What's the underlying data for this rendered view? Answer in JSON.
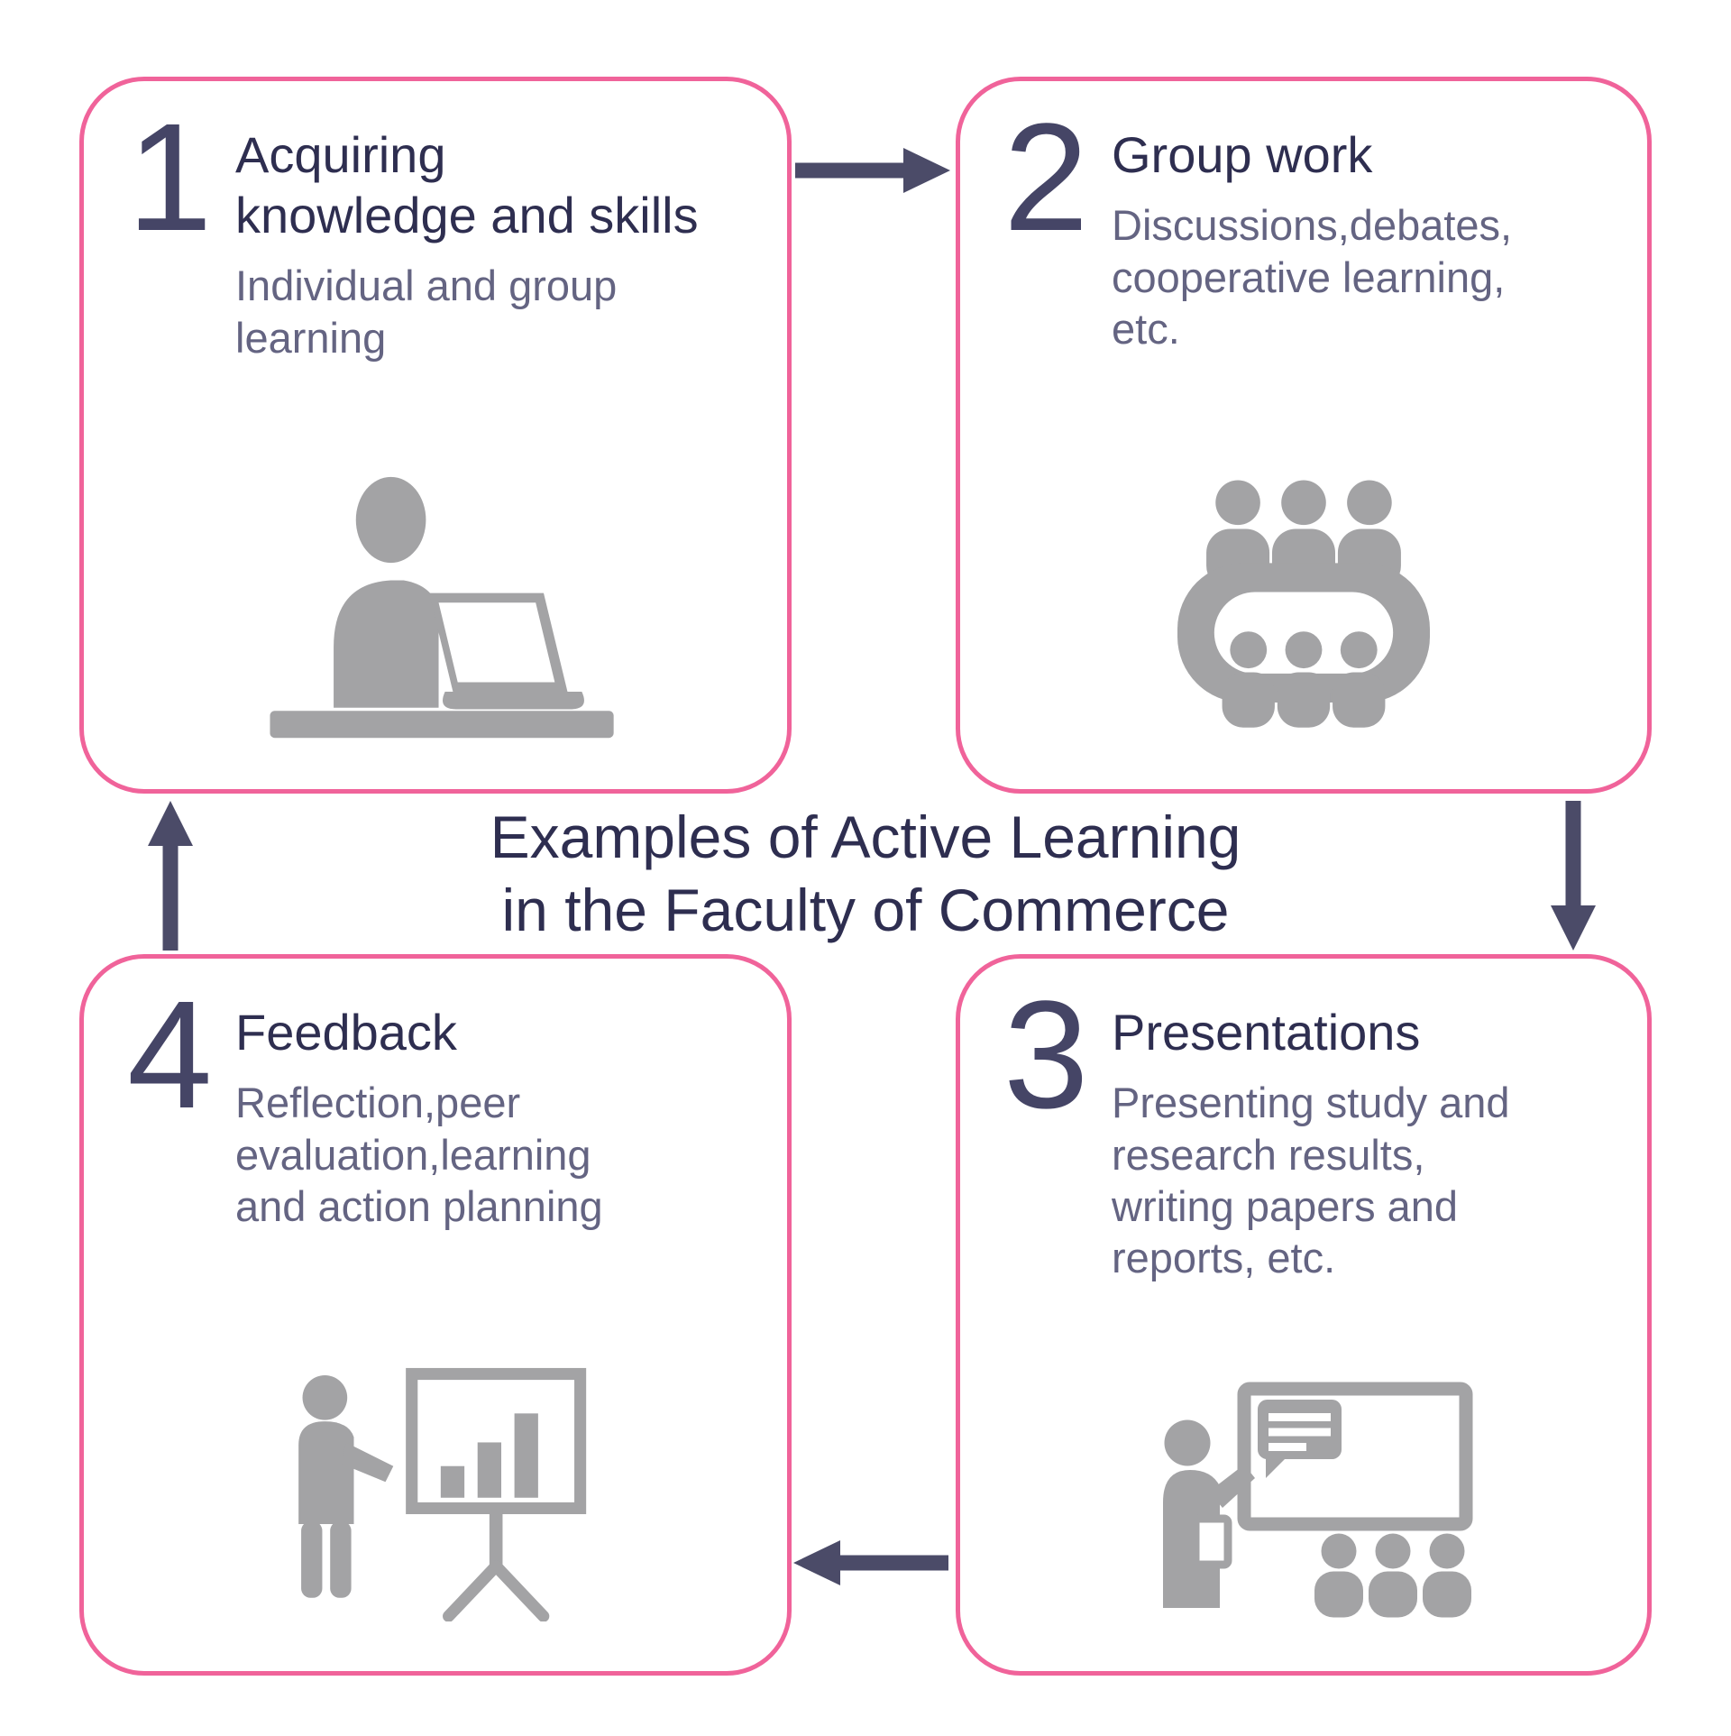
{
  "title": {
    "line1": "Examples of Active Learning",
    "line2": "in the Faculty of Commerce"
  },
  "boxes": [
    {
      "number": "1",
      "heading": "Acquiring\nknowledge and skills",
      "description": "Individual and group\nlearning",
      "icon": "person-laptop-icon"
    },
    {
      "number": "2",
      "heading": "Group work",
      "description": "Discussions,debates,\ncooperative learning,\netc.",
      "icon": "group-table-icon"
    },
    {
      "number": "3",
      "heading": "Presentations",
      "description": "Presenting study and\nresearch results,\nwriting papers and\nreports, etc.",
      "icon": "presenter-screen-icon"
    },
    {
      "number": "4",
      "heading": "Feedback",
      "description": "Reflection,peer\nevaluation,learning\nand action planning",
      "icon": "presenter-chart-icon"
    }
  ],
  "colors": {
    "box_border": "#f0639a",
    "heading_text": "#2e2e50",
    "description_text": "#646482",
    "number_text": "#454566",
    "arrow": "#4b4b68",
    "icon": "#a3a3a5",
    "background": "#ffffff"
  }
}
